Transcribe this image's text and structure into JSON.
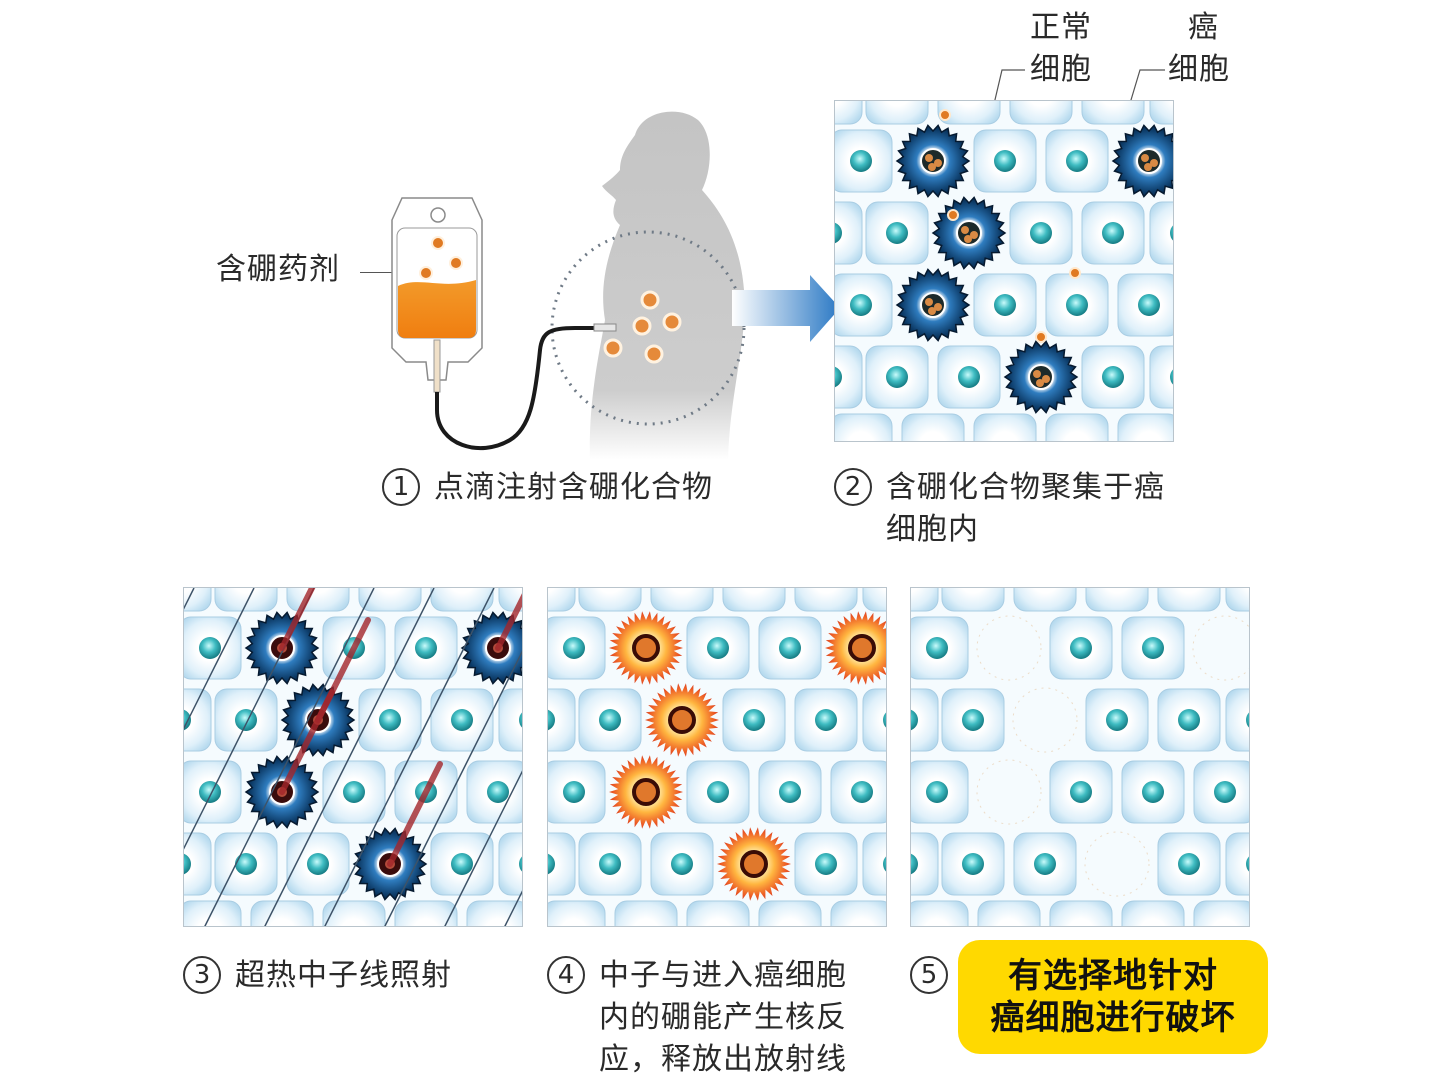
{
  "diagram": {
    "drug_label": "含硼药剂",
    "legend": {
      "normal_cell": "正常\n细胞",
      "normal_cell_line1": "正常",
      "normal_cell_line2": "细胞",
      "cancer_cell_line1": "癌",
      "cancer_cell_line2": "细胞"
    },
    "steps": [
      {
        "number": "1",
        "text": "点滴注射含硼化合物"
      },
      {
        "number": "2",
        "text_line1": "含硼化合物聚集于癌",
        "text_line2": "细胞内"
      },
      {
        "number": "3",
        "text": "超热中子线照射"
      },
      {
        "number": "4",
        "text_line1": "中子与进入癌细胞",
        "text_line2": "内的硼能产生核反",
        "text_line3": "应，释放出放射线"
      },
      {
        "number": "5",
        "text_line1": "有选择地针对",
        "text_line2": "癌细胞进行破坏"
      }
    ],
    "colors": {
      "highlight": "#ffd900",
      "arrow": "#2f7fc9",
      "drug_liquid": "#f5901e",
      "normal_nucleus": "#2bb3ba",
      "cancer_cell": "#0d3a63",
      "reaction": "#e8532a",
      "silhouette": "#c9c9c9"
    }
  }
}
